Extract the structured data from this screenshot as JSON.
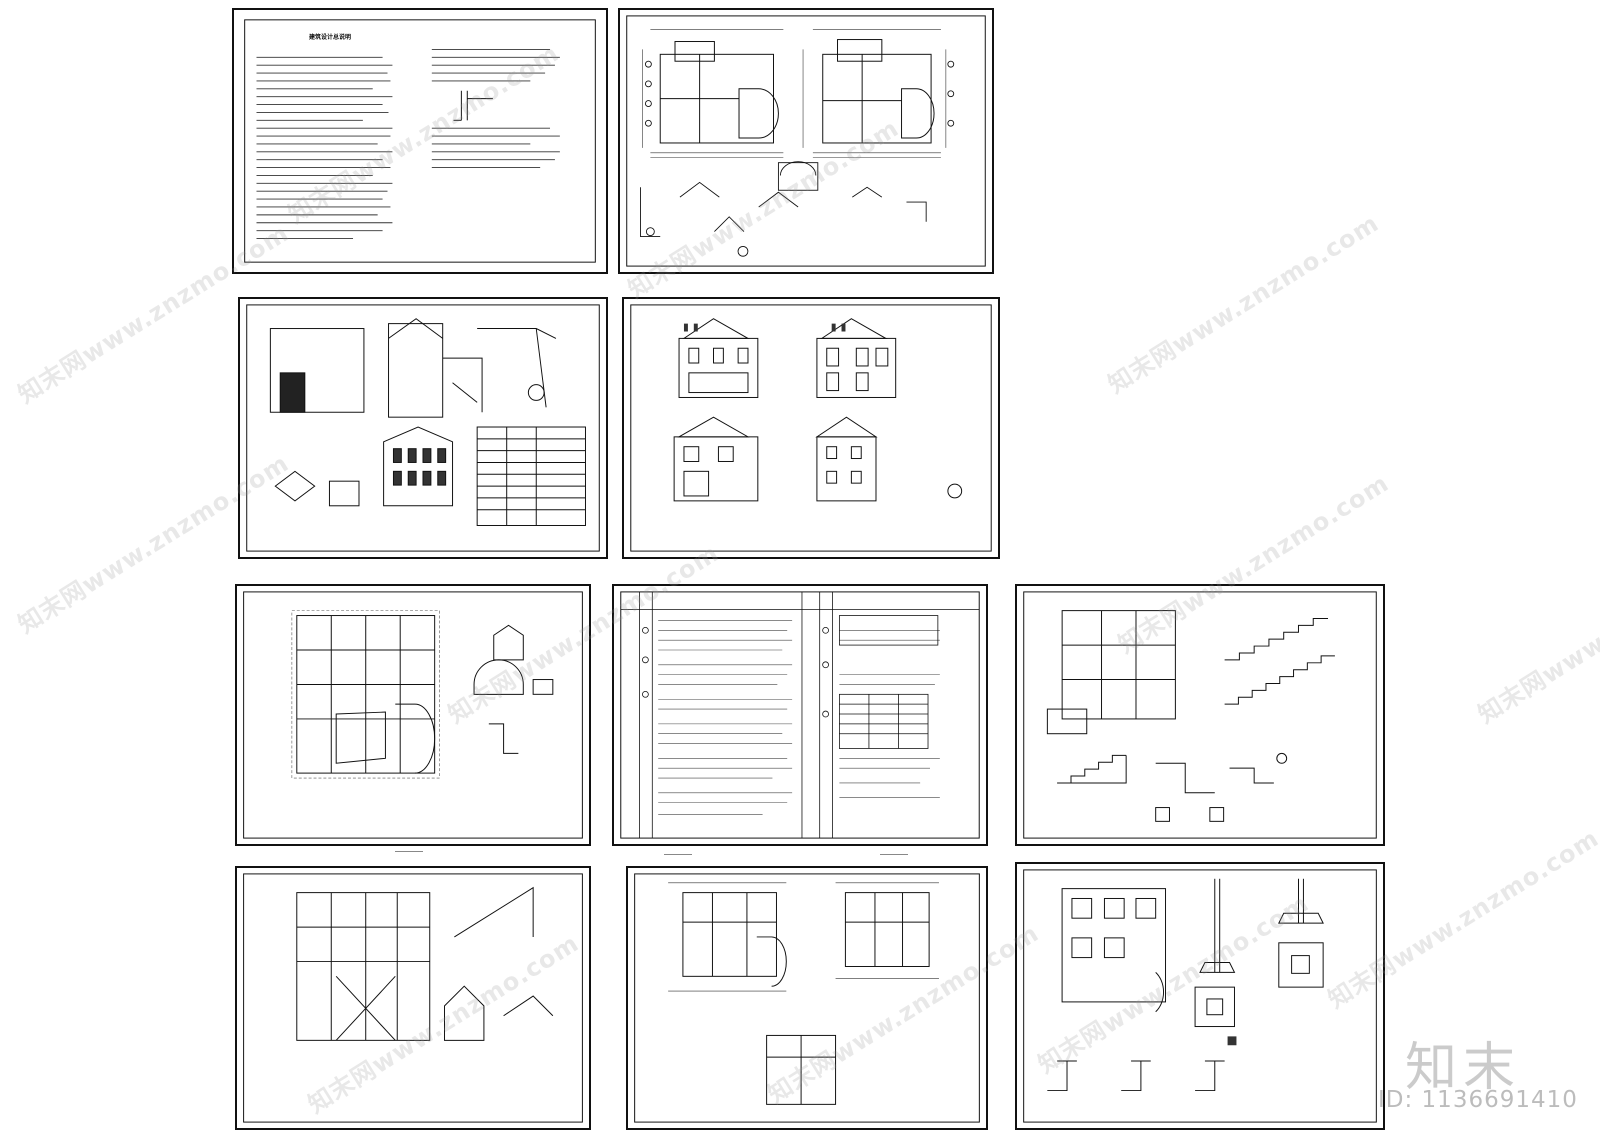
{
  "sheets": [
    {
      "name": "general-notes-sheet",
      "title": "建筑设计总说明"
    },
    {
      "name": "floor-plans-sheet"
    },
    {
      "name": "section-and-roof-sheet"
    },
    {
      "name": "elevations-sheet"
    },
    {
      "name": "structure-plan-1-sheet"
    },
    {
      "name": "structure-notes-sheet"
    },
    {
      "name": "stair-details-sheet"
    },
    {
      "name": "structure-plan-2-sheet"
    },
    {
      "name": "beam-plan-sheet"
    },
    {
      "name": "foundation-plan-sheet"
    }
  ],
  "watermark": {
    "text": "知末网www.znzmo.com",
    "logo": "知末",
    "id_label": "ID: 1136691410"
  },
  "colors": {
    "line": "#111111",
    "watermark": "#969696"
  }
}
